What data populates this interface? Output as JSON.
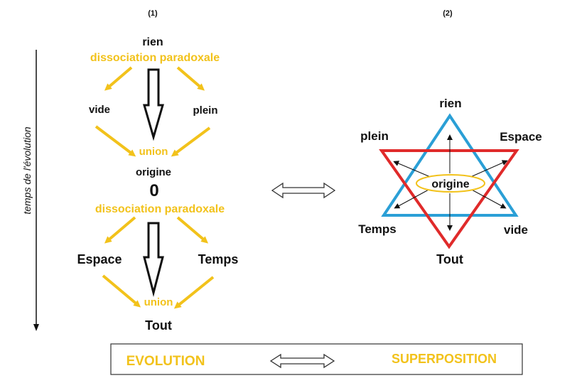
{
  "panel_labels": {
    "left": "(1)",
    "right": "(2)"
  },
  "evolution": {
    "axis_label": "temps de l'évolution",
    "rien": "rien",
    "dissociation_top": "dissociation paradoxale",
    "vide": "vide",
    "plein": "plein",
    "union_top": "union",
    "origine": "origine",
    "zero": "0",
    "dissociation_bottom": "dissociation paradoxale",
    "espace": "Espace",
    "temps": "Temps",
    "union_bottom": "union",
    "tout": "Tout"
  },
  "superposition": {
    "rien": "rien",
    "plein": "plein",
    "espace": "Espace",
    "origine": "origine",
    "temps": "Temps",
    "vide": "vide",
    "tout": "Tout"
  },
  "footer": {
    "evolution": "EVOLUTION",
    "superposition": "SUPERPOSITION"
  },
  "colors": {
    "yellow": "#f2c21b",
    "blue": "#2a9fd6",
    "red": "#e02a2a",
    "black": "#111111"
  }
}
